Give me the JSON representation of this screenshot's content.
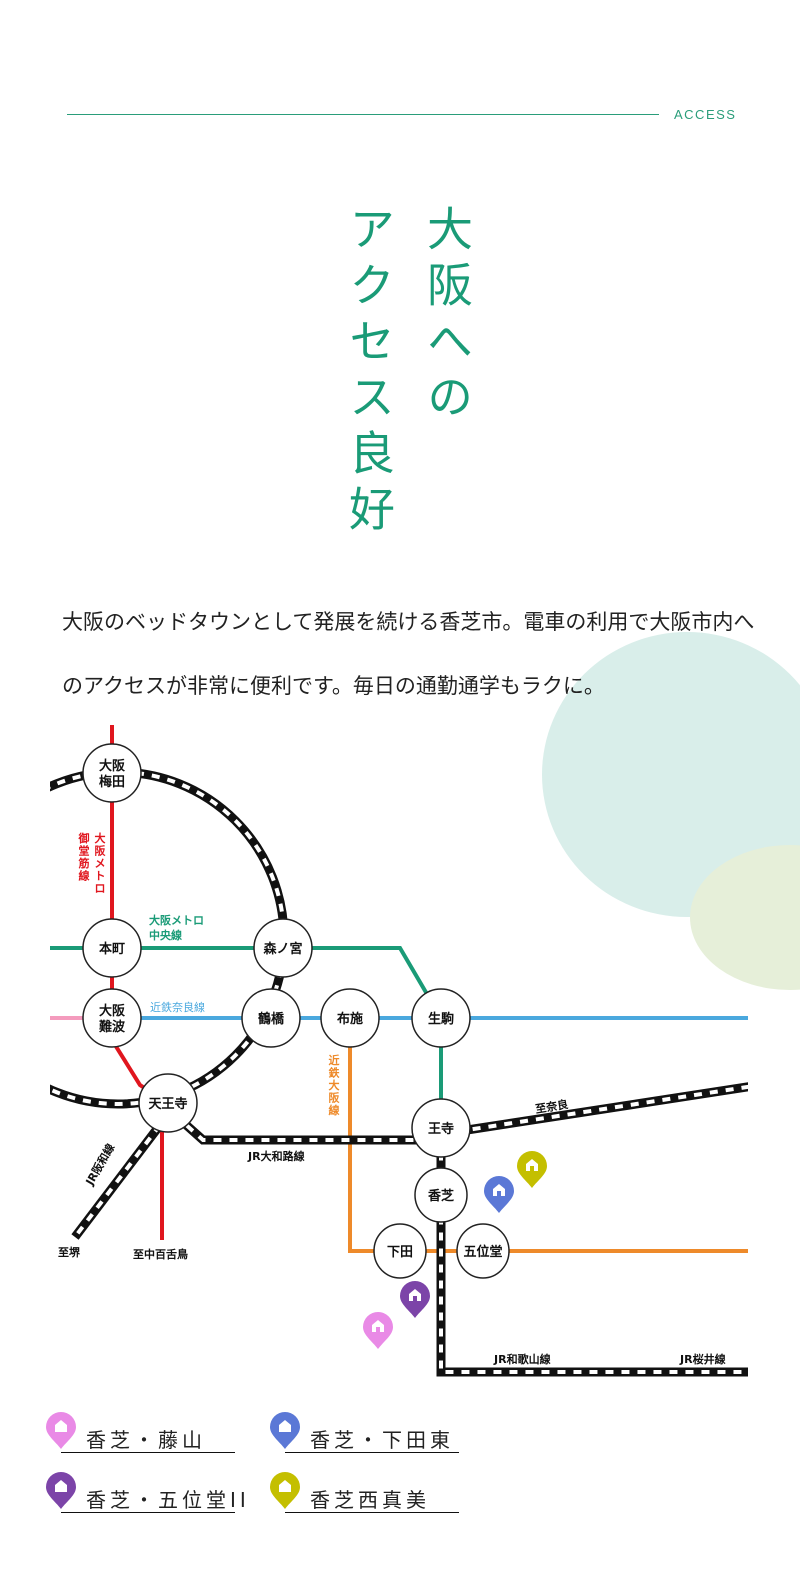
{
  "header": {
    "section_label": "ACCESS",
    "title_col1": "大阪への",
    "title_col2": "アクセス良好"
  },
  "lead": "大阪のベッドタウンとして発展を続ける香芝市。電車の利用で大阪市内へのアクセスが非常に便利です。毎日の通勤通学もラクに。",
  "map": {
    "stations": {
      "umeda": [
        "大阪",
        "梅田"
      ],
      "honmachi": "本町",
      "namba": [
        "大阪",
        "難波"
      ],
      "tennoji": "天王寺",
      "morinomiya": "森ノ宮",
      "tsuruhashi": "鶴橋",
      "fuse": "布施",
      "ikoma": "生駒",
      "ouji": "王寺",
      "kashiba": "香芝",
      "shimoda": "下田",
      "goido": "五位堂"
    },
    "lines": {
      "midosuji": "大阪メトロ御堂筋線",
      "midosuji_a": "大阪メトロ",
      "midosuji_b": "御堂筋線",
      "chuo_a": "大阪メトロ",
      "chuo_b": "中央線",
      "kintetsu_nara": "近鉄奈良線",
      "kintetsu_osaka": "近鉄大阪線",
      "yamatoji": "JR大和路線",
      "hanwa": "JR阪和線",
      "wakayama": "JR和歌山線",
      "sakurai": "JR桜井線"
    },
    "destinations": {
      "sakai": "至堺",
      "nakamozu": "至中百舌鳥",
      "nara": "至奈良"
    }
  },
  "legend": [
    {
      "label": "香芝・藤山",
      "color": "#e98ae6"
    },
    {
      "label": "香芝・下田東",
      "color": "#5b78d6"
    },
    {
      "label": "香芝・五位堂II",
      "color": "#7c44a8"
    },
    {
      "label": "香芝西真美",
      "color": "#c4bf00"
    }
  ],
  "colors": {
    "accent": "#1a9b77",
    "midosuji": "#e0161e",
    "chuo": "#1a9b77",
    "nara": "#4aa8de",
    "osaka": "#ee8a2a",
    "pink": "#f49bbd"
  }
}
